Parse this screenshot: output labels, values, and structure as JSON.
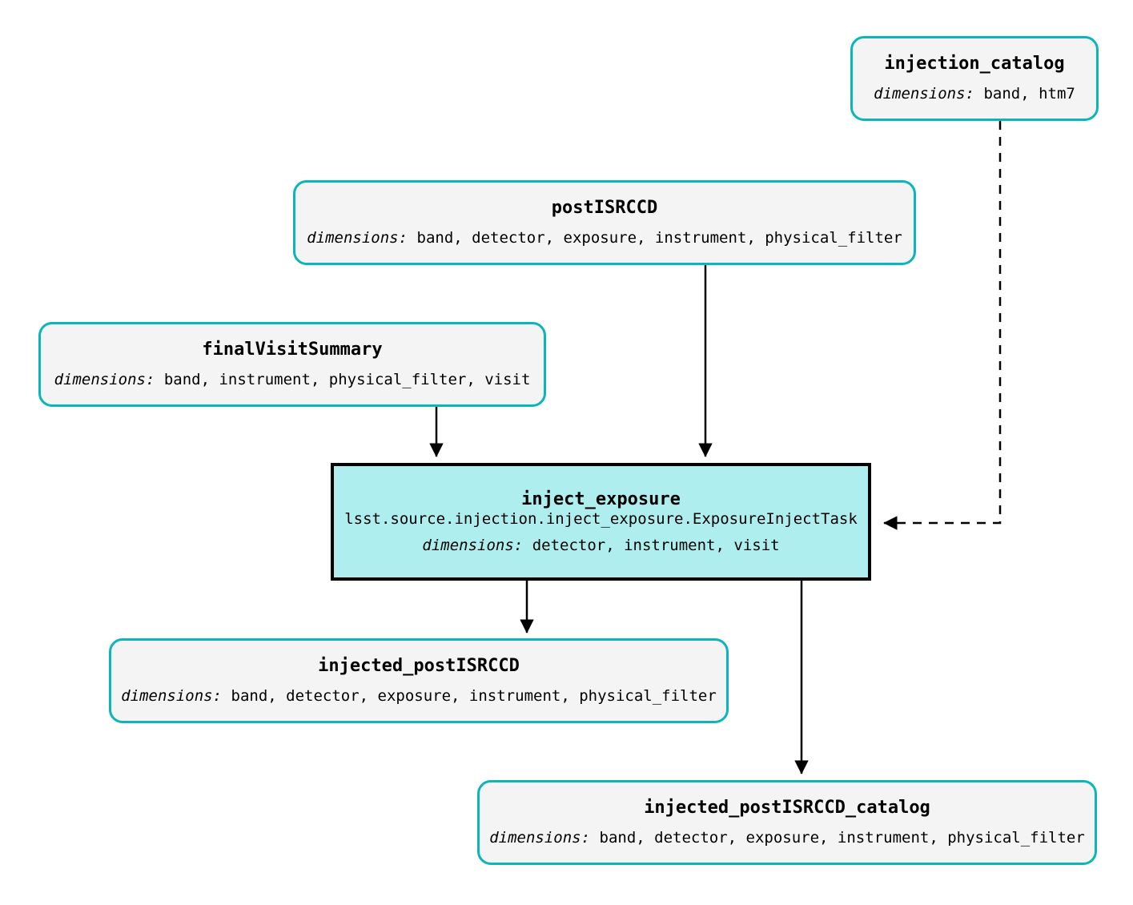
{
  "diagram": {
    "type": "pipeline-graph",
    "background_color": "#ffffff",
    "dataset_border_color": "#0ab5bc",
    "dataset_fill_color": "#f4f4f4",
    "task_fill_color": "#aeeeee",
    "task_border_color": "#000000",
    "edge_color": "#000000",
    "dimensions_label": "dimensions:"
  },
  "nodes": {
    "injection_catalog": {
      "title": "injection_catalog",
      "dims_label": "dimensions:",
      "dims_value": "band, htm7",
      "kind": "dataset"
    },
    "postISRCCD": {
      "title": "postISRCCD",
      "dims_label": "dimensions:",
      "dims_value": "band, detector, exposure, instrument, physical_filter",
      "kind": "dataset"
    },
    "finalVisitSummary": {
      "title": "finalVisitSummary",
      "dims_label": "dimensions:",
      "dims_value": "band, instrument, physical_filter, visit",
      "kind": "dataset"
    },
    "inject_exposure": {
      "title": "inject_exposure",
      "class_path": "lsst.source.injection.inject_exposure.ExposureInjectTask",
      "dims_label": "dimensions:",
      "dims_value": "detector, instrument, visit",
      "kind": "task"
    },
    "injected_postISRCCD": {
      "title": "injected_postISRCCD",
      "dims_label": "dimensions:",
      "dims_value": "band, detector, exposure, instrument, physical_filter",
      "kind": "dataset"
    },
    "injected_postISRCCD_catalog": {
      "title": "injected_postISRCCD_catalog",
      "dims_label": "dimensions:",
      "dims_value": "band, detector, exposure, instrument, physical_filter",
      "kind": "dataset"
    }
  },
  "edges": [
    {
      "from": "postISRCCD",
      "to": "inject_exposure",
      "style": "solid"
    },
    {
      "from": "finalVisitSummary",
      "to": "inject_exposure",
      "style": "solid"
    },
    {
      "from": "injection_catalog",
      "to": "inject_exposure",
      "style": "dashed"
    },
    {
      "from": "inject_exposure",
      "to": "injected_postISRCCD",
      "style": "solid"
    },
    {
      "from": "inject_exposure",
      "to": "injected_postISRCCD_catalog",
      "style": "solid"
    }
  ]
}
